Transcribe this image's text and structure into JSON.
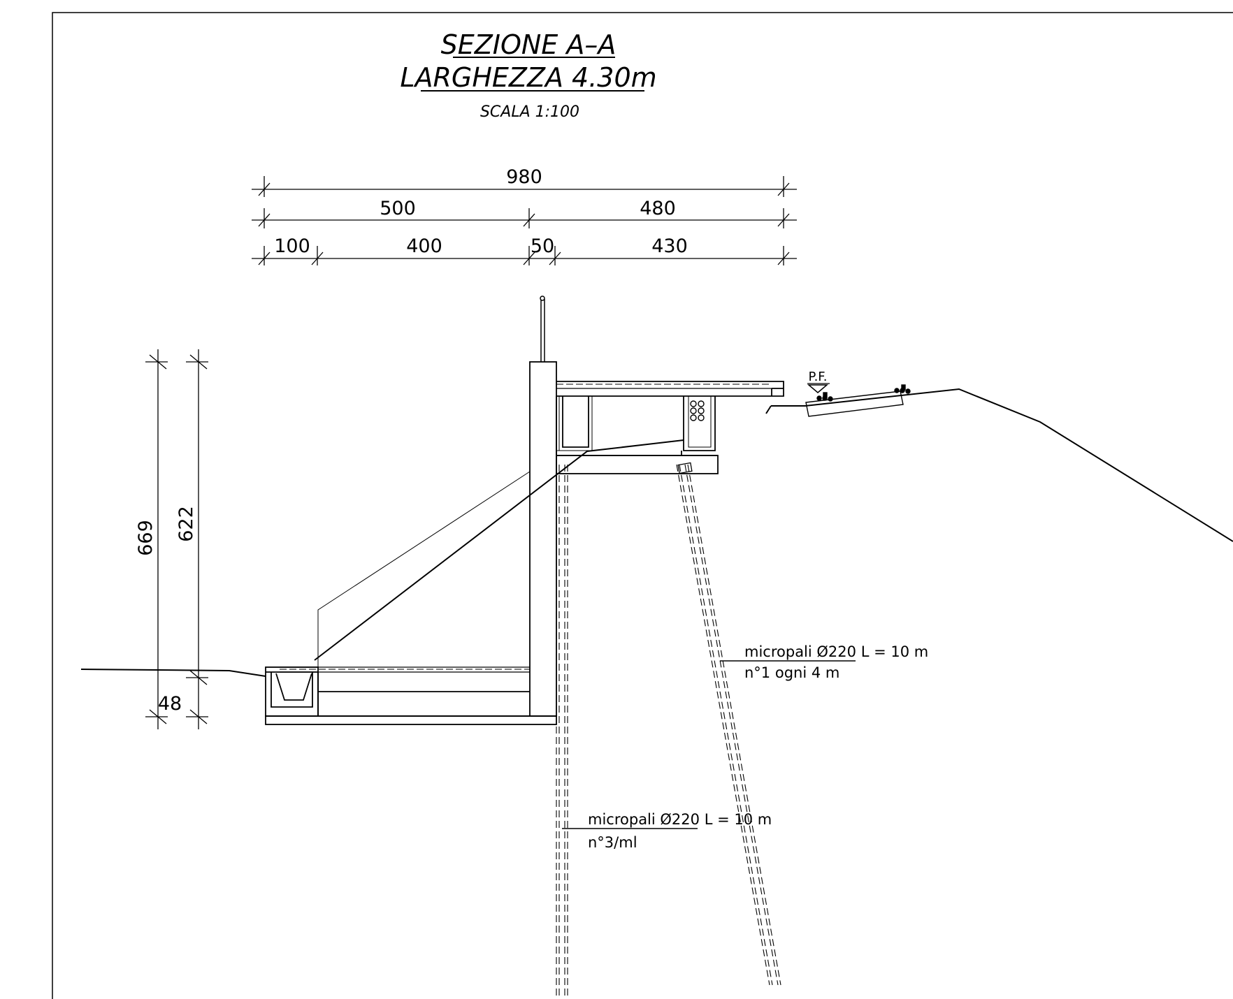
{
  "title": {
    "line1": "SEZIONE A–A",
    "line2": "LARGHEZZA 4.30m",
    "scale": "SCALA 1:100"
  },
  "dimensions": {
    "total": "980",
    "left_part": "500",
    "right_part": "480",
    "seg_1": "100",
    "seg_2": "400",
    "seg_3": "50",
    "seg_4": "430",
    "height_outer": "669",
    "height_inner": "622",
    "base_height": "48"
  },
  "labels": {
    "rail_level": "P.F.",
    "inclined_piles_line1": "micropali Ø220 L = 10 m",
    "inclined_piles_line2": "n°1 ogni 4 m",
    "vertical_piles_line1": "micropali Ø220 L = 10 m",
    "vertical_piles_line2": "n°3/ml"
  }
}
